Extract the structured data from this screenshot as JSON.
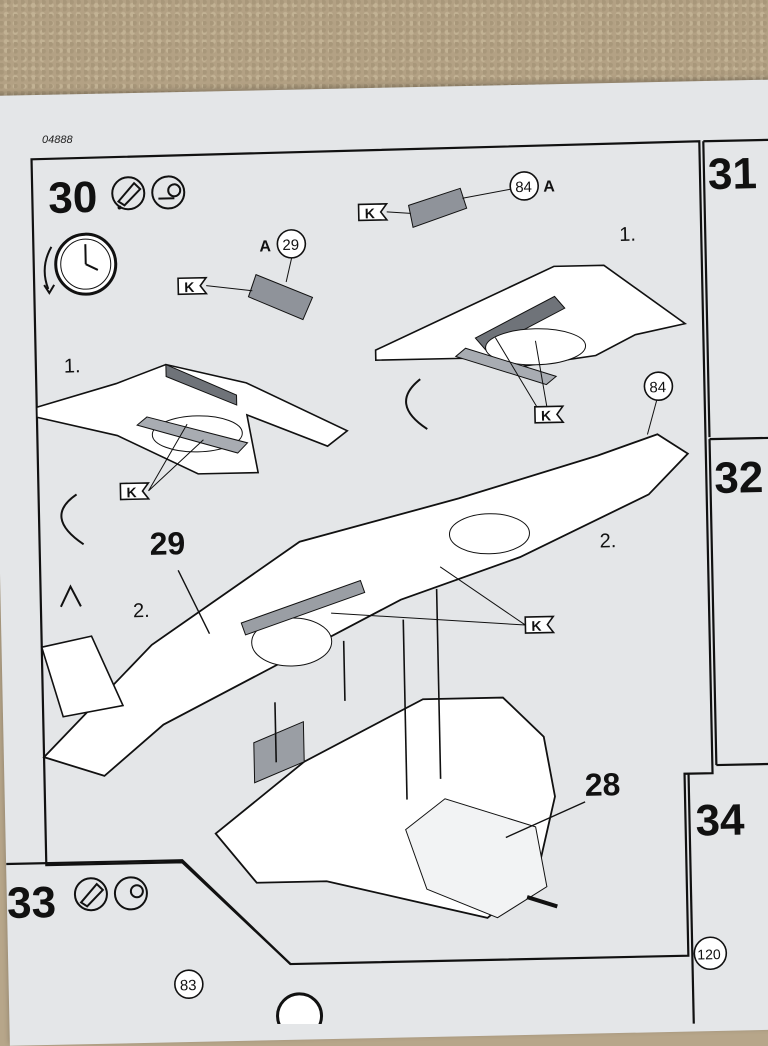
{
  "sheet_code": "04888",
  "steps": {
    "step30": "30",
    "step31": "31",
    "step32": "32",
    "step33": "33",
    "step34": "34"
  },
  "labels": {
    "sub1_left": "1.",
    "sub1_right": "1.",
    "sub2_left": "2.",
    "sub2_right": "2.",
    "part29_big": "29",
    "part28_big": "28",
    "part29_ref": "29",
    "part29_letter": "A",
    "part84_ref": "84",
    "part84_letter": "A",
    "part84_tip": "84",
    "part83_ref": "83",
    "part120_ref": "120",
    "paint_k": "K"
  },
  "icons": [
    "glue-tube-icon",
    "masking-tape-icon",
    "clock-icon",
    "rotate-arrow-icon"
  ],
  "colors": {
    "paper": "#e4e6e8",
    "ink": "#111111",
    "shade": "#9a9ea4",
    "carpet": "#b3a184"
  }
}
